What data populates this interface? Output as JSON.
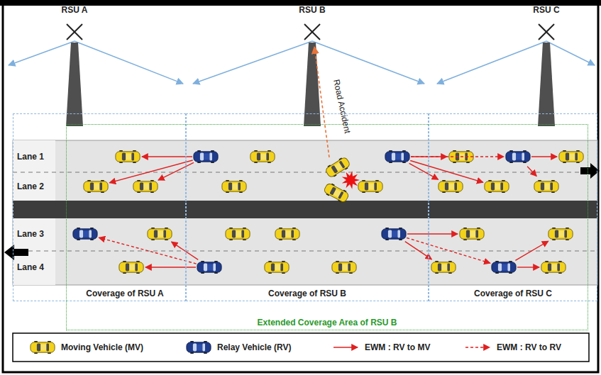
{
  "diagram": {
    "nodes": [
      {
        "text": [
          "Coverage of RSU A"
        ]
      },
      {
        "text": [
          "Coverage of RSU B"
        ]
      },
      {
        "text": [
          "Coverage of RSU C"
        ]
      },
      {
        "text": [
          "Extended Coverage Area of RSU B"
        ]
      }
    ],
    "labels": [
      "RSU A",
      "RSU B",
      "RSU C",
      "Lane 1",
      "Lane 2",
      "Lane 3",
      "Lane 4",
      "Road Accident"
    ],
    "legend": [
      {
        "text": "Moving Vehicle (MV)"
      },
      {
        "text": "Relay Vehicle (RV)"
      },
      {
        "text": "EWM : RV to MV"
      },
      {
        "text": "EWM : RV to RV"
      }
    ]
  }
}
